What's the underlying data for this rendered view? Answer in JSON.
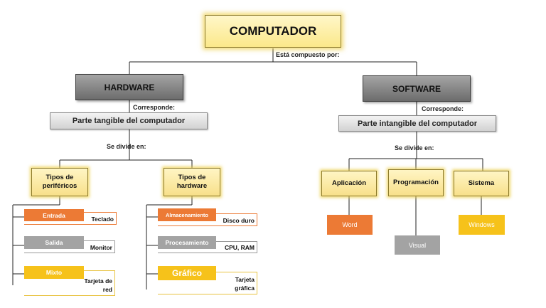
{
  "root": {
    "label": "COMPUTADOR",
    "connector": "Está compuesto por:"
  },
  "hardware": {
    "header": "HARDWARE",
    "connector": "Corresponde:",
    "description": "Parte tangible del computador",
    "divide_connector": "Se divide en:",
    "peripherals": {
      "title": "Tipos de periféricos",
      "items": [
        {
          "tab": "Entrada",
          "value": "Teclado"
        },
        {
          "tab": "Salida",
          "value": "Monitor"
        },
        {
          "tab": "Mixto",
          "value": "Tarjeta de red"
        }
      ]
    },
    "hardware_types": {
      "title": "Tipos de hardware",
      "items": [
        {
          "tab": "Almacenamiento",
          "value": "Disco duro"
        },
        {
          "tab": "Procesamiento",
          "value": "CPU, RAM"
        },
        {
          "tab": "Gráfico",
          "value": "Tarjeta gráfica"
        }
      ]
    }
  },
  "software": {
    "header": "SOFTWARE",
    "connector": "Corresponde:",
    "description": "Parte intangible del computador",
    "divide_connector": "Se divide en:",
    "categories": [
      {
        "label": "Aplicación",
        "example": "Word"
      },
      {
        "label": "Programación",
        "example": "Visual"
      },
      {
        "label": "Sistema",
        "example": "Windows"
      }
    ]
  },
  "colors": {
    "orange": "#ec7a35",
    "gray": "#a3a3a3",
    "yellow": "#f6c21a",
    "dark_gray_header": "#7a7a7a",
    "root_yellow": "#fbe88a"
  }
}
